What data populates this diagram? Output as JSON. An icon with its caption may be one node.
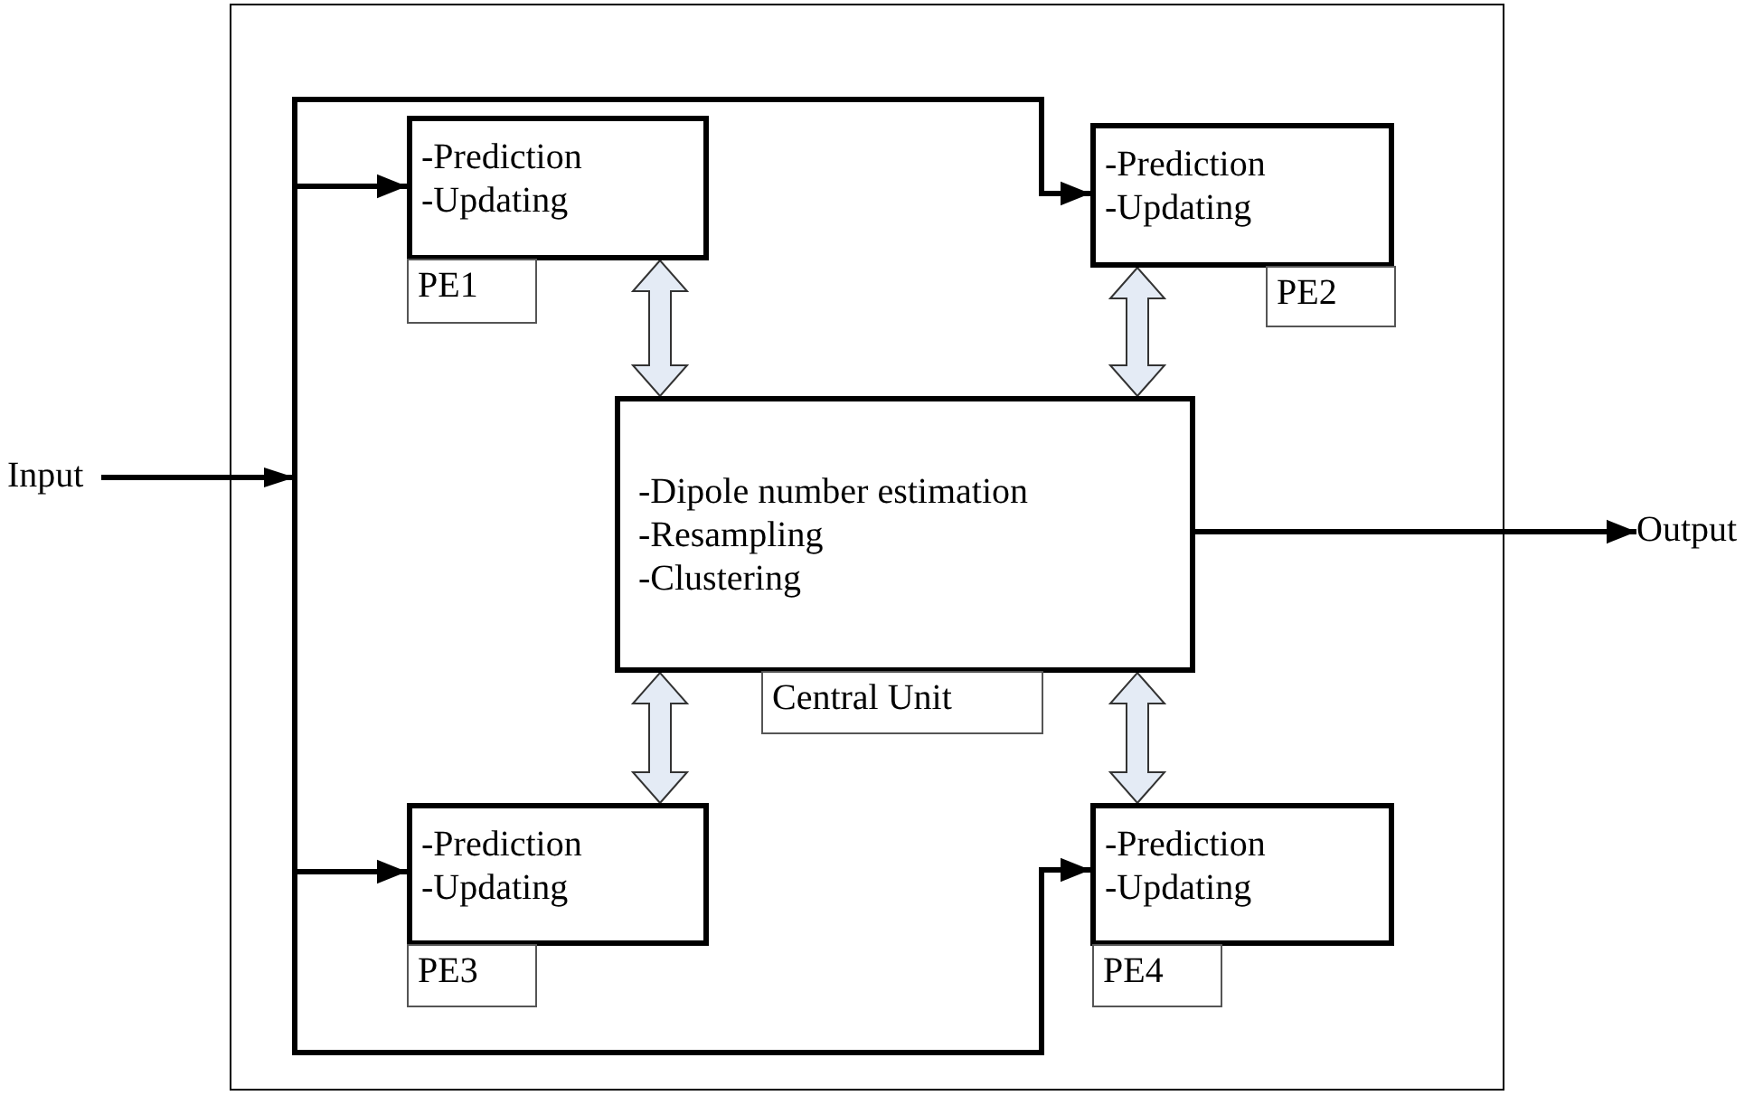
{
  "diagram": {
    "nodes": [
      {
        "text": [],
        "shape": "box"
      },
      {
        "text": [
          "-Prediction",
          "-Updating"
        ],
        "in": 0
      },
      {
        "text": [
          "PE1"
        ],
        "in": 0
      },
      {
        "text": [
          "-Prediction",
          "-Updating"
        ],
        "in": 0
      },
      {
        "text": [
          "PE2"
        ],
        "in": 0
      },
      {
        "text": [
          "-Dipole number estimation",
          "-Resampling",
          "-Clustering"
        ],
        "in": 0
      },
      {
        "text": [
          "Central Unit"
        ],
        "in": 0
      },
      {
        "text": [
          "-Prediction",
          "-Updating"
        ],
        "in": 0
      },
      {
        "text": [
          "PE3"
        ],
        "in": 0
      },
      {
        "text": [
          "-Prediction",
          "-Updating"
        ],
        "in": 0
      },
      {
        "text": [
          "PE4"
        ],
        "in": 0
      },
      {
        "text": [
          "Input"
        ]
      },
      {
        "text": [
          "Output"
        ]
      }
    ],
    "edges": [
      {
        "from": 11,
        "to": 1,
        "arrow": "to"
      },
      {
        "from": 11,
        "to": 3,
        "arrow": "to"
      },
      {
        "from": 11,
        "to": 7,
        "arrow": "to"
      },
      {
        "from": 11,
        "to": 9,
        "arrow": "to"
      },
      {
        "from": 5,
        "to": 12,
        "arrow": "to"
      },
      {
        "from": 1,
        "to": 5,
        "arrow": "both"
      },
      {
        "from": 3,
        "to": 5,
        "arrow": "both"
      },
      {
        "from": 7,
        "to": 5,
        "arrow": "both"
      },
      {
        "from": 9,
        "to": 5,
        "arrow": "both"
      }
    ]
  }
}
